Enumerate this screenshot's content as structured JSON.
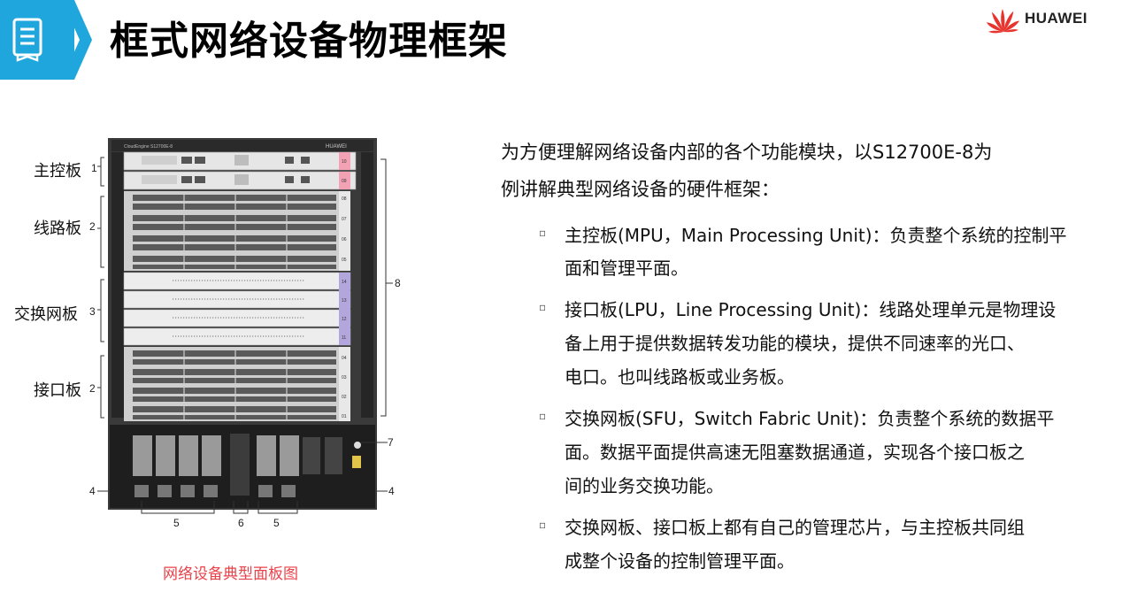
{
  "header": {
    "title": "框式网络设备物理框架",
    "brand": "HUAWEI",
    "brand_color": "#e8342e",
    "icon": "document-list-icon"
  },
  "diagram": {
    "device_top_label": "CloudEngine S12700E-8",
    "device_brand": "HUAWEI",
    "labels": [
      {
        "text": "主控板",
        "num": "1"
      },
      {
        "text": "线路板",
        "num": "2"
      },
      {
        "text": "交换网板",
        "num": "3"
      },
      {
        "text": "接口板",
        "num": "2"
      }
    ],
    "callouts": [
      "8",
      "7",
      "4",
      "4",
      "5",
      "6",
      "5"
    ],
    "slots": [
      "10",
      "09",
      "08",
      "07",
      "06",
      "05",
      "14",
      "13",
      "12",
      "11",
      "04",
      "03",
      "02",
      "01"
    ],
    "caption": "网络设备典型面板图"
  },
  "content": {
    "intro_lines": [
      "为方便理解网络设备内部的各个功能模块，以S12700E-8为",
      "例讲解典型网络设备的硬件框架："
    ],
    "bullets": [
      {
        "lines": [
          "主控板(MPU，Main Processing Unit)：负责整个系统的控制平",
          "面和管理平面。"
        ]
      },
      {
        "lines": [
          "接口板(LPU，Line Processing Unit)：线路处理单元是物理设",
          "备上用于提供数据转发功能的模块，提供不同速率的光口、",
          "电口。也叫线路板或业务板。"
        ]
      },
      {
        "lines": [
          "交换网板(SFU，Switch Fabric Unit)：负责整个系统的数据平",
          "面。数据平面提供高速无阻塞数据通道，实现各个接口板之",
          "间的业务交换功能。"
        ]
      },
      {
        "lines": [
          "交换网板、接口板上都有自己的管理芯片，与主控板共同组",
          "成整个设备的控制管理平面。"
        ]
      }
    ],
    "bullet_marker": "▫"
  }
}
